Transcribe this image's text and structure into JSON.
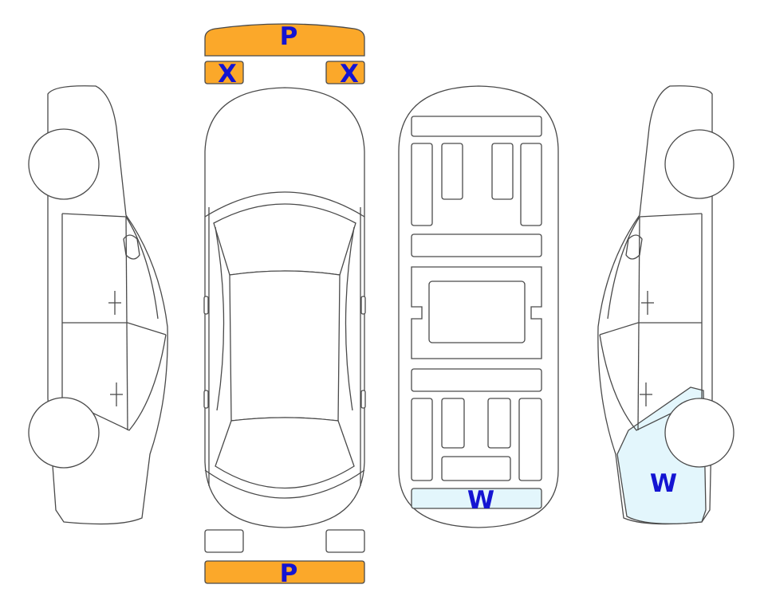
{
  "colors": {
    "highlight_orange": "#FBA82A",
    "highlight_blue": "#E3F6FC",
    "label_text": "#1414D2",
    "outline": "#4a4a4a"
  },
  "labels": {
    "front_bumper": "P",
    "front_left_fog": "X",
    "front_right_fog": "X",
    "rear_bumper": "P",
    "underbody_rear": "W",
    "right_rear_quarter": "W"
  }
}
